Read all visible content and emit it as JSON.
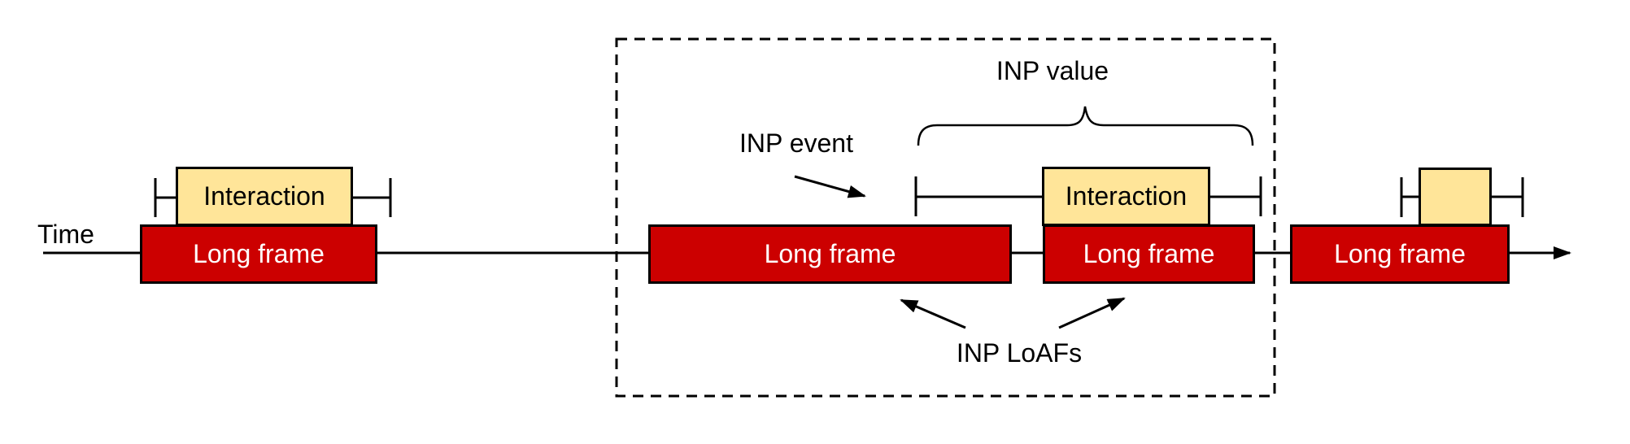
{
  "axis": {
    "label": "Time"
  },
  "annotations": {
    "inp_value": "INP value",
    "inp_event": "INP event",
    "inp_loafs": "INP LoAFs"
  },
  "frames": [
    {
      "label": "Long frame"
    },
    {
      "label": "Long frame"
    },
    {
      "label": "Long frame"
    },
    {
      "label": "Long frame"
    }
  ],
  "interactions": [
    {
      "label": "Interaction"
    },
    {
      "label": "Interaction"
    },
    {
      "label": ""
    }
  ],
  "colors": {
    "frame_fill": "#cc0000",
    "frame_text": "#ffffff",
    "interaction_fill": "#ffe599",
    "outline": "#000000",
    "bg": "#ffffff"
  }
}
